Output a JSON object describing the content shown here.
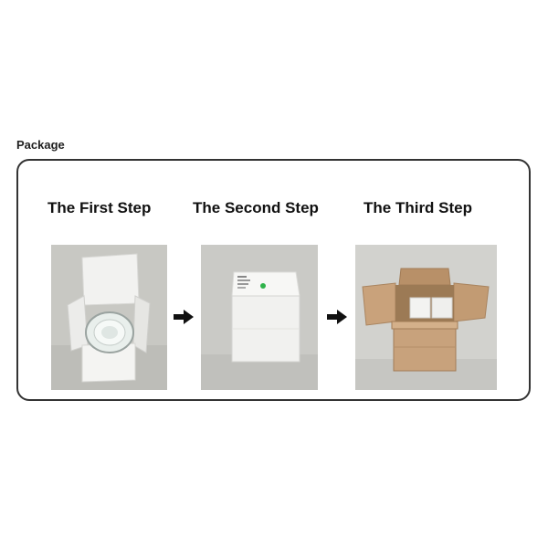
{
  "section_title": "Package",
  "steps": [
    {
      "label": "The First Step",
      "image": "open-white-box-with-lamp-photo"
    },
    {
      "label": "The Second Step",
      "image": "closed-white-box-photo"
    },
    {
      "label": "The Third Step",
      "image": "cardboard-shipping-carton-photo"
    }
  ],
  "arrow_icon": "right-arrow-icon",
  "colors": {
    "panel_border": "#333333",
    "photo_background": "#c9c9c5",
    "carton": "#c8a27c"
  }
}
